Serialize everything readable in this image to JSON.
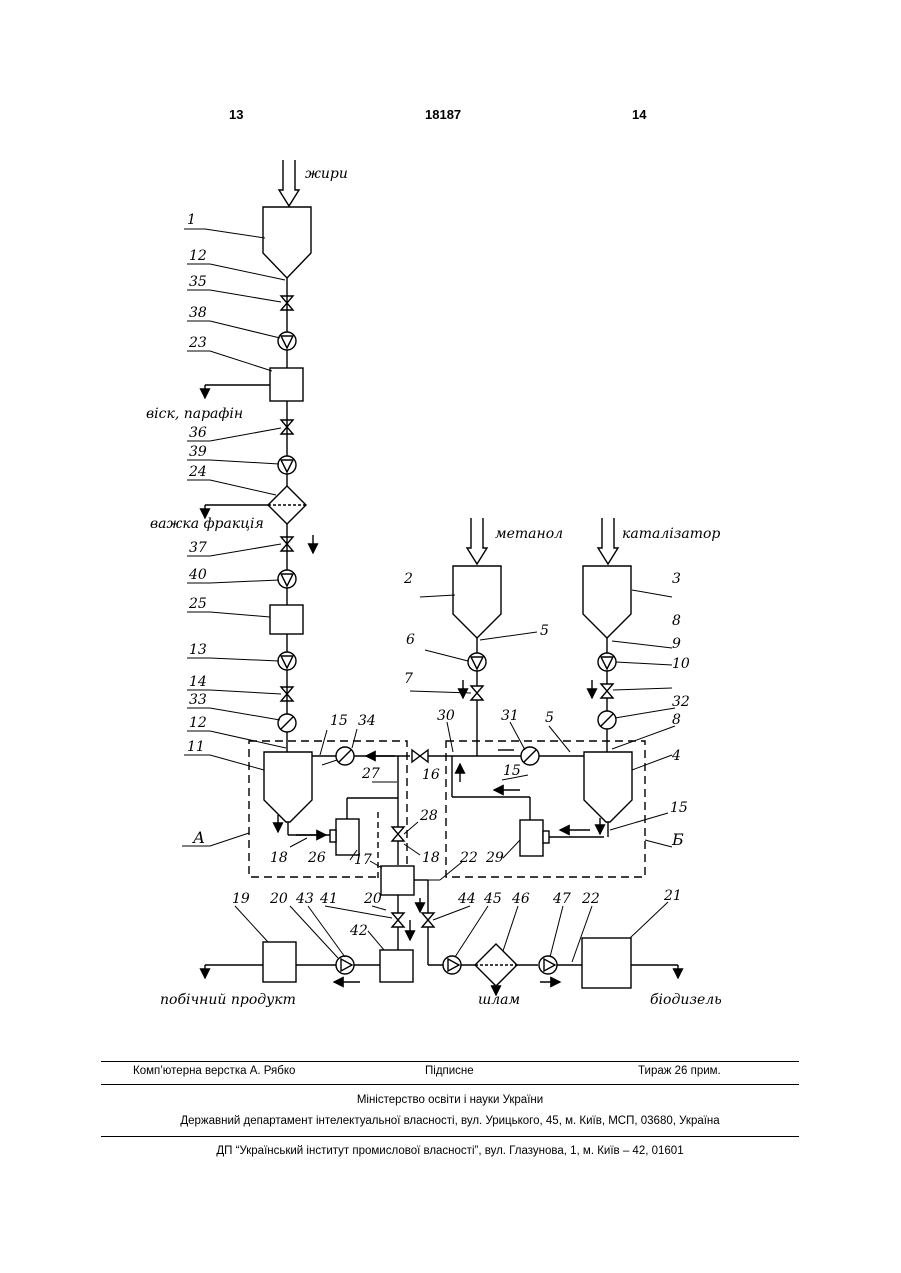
{
  "header": {
    "page_left": "13",
    "patent_no": "18187",
    "page_right": "14"
  },
  "diagram": {
    "inputs": {
      "fats": "жири",
      "methanol": "метанол",
      "catalyst": "каталізатор"
    },
    "outputs": {
      "wax": "віск, парафін",
      "heavy": "важка фракція",
      "byproduct": "побічний продукт",
      "sludge": "шлам",
      "biodiesel": "біодизель"
    },
    "zone_a": "А",
    "zone_b": "Б",
    "numbers": {
      "n1": "1",
      "n12a": "12",
      "n35": "35",
      "n38": "38",
      "n23": "23",
      "n36": "36",
      "n39": "39",
      "n24": "24",
      "n37": "37",
      "n40": "40",
      "n25": "25",
      "n13": "13",
      "n14": "14",
      "n33": "33",
      "n12b": "12",
      "n11": "11",
      "n15a": "15",
      "n34": "34",
      "n16": "16",
      "n27": "27",
      "n28": "28",
      "n18a": "18",
      "n26": "26",
      "n17": "17",
      "n18b": "18",
      "n22a": "22",
      "n29": "29",
      "n30": "30",
      "n31": "31",
      "n5a": "5",
      "n15b": "15",
      "n4": "4",
      "n15c": "15",
      "n8a": "8",
      "n32": "32",
      "n10": "10",
      "n9": "9",
      "n8b": "8",
      "n3": "3",
      "n2": "2",
      "n6": "6",
      "n5b": "5",
      "n7": "7",
      "n19": "19",
      "n20a": "20",
      "n43": "43",
      "n41": "41",
      "n20b": "20",
      "n42": "42",
      "n44": "44",
      "n45": "45",
      "n46": "46",
      "n47": "47",
      "n22b": "22",
      "n21": "21"
    }
  },
  "footer": {
    "layout": "Комп’ютерна верстка А. Рябко",
    "signed": "Підписне",
    "circulation": "Тираж 26 прим.",
    "ministry": "Міністерство освіти і науки України",
    "department": "Державний департамент інтелектуальної власності, вул. Урицького, 45, м. Київ, МСП, 03680, Україна",
    "institute": "ДП “Український інститут промислової власності”, вул. Глазунова, 1, м. Київ – 42, 01601"
  }
}
